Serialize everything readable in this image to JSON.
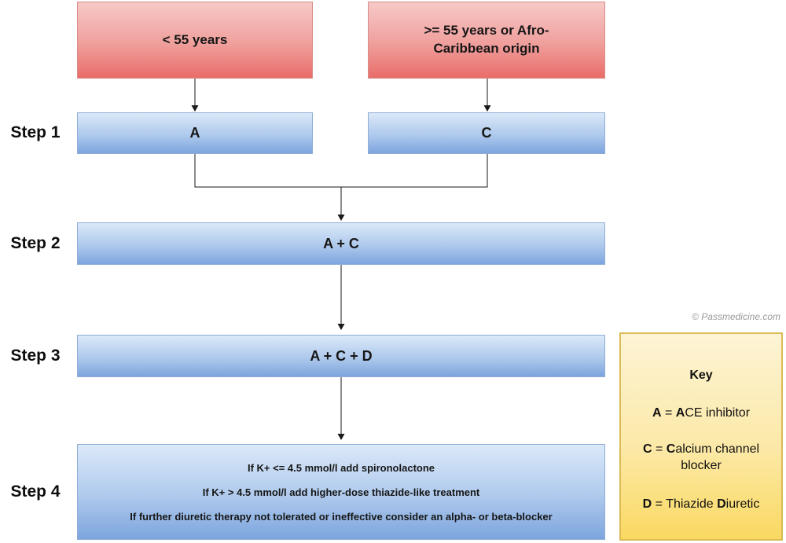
{
  "page": {
    "copyright": "© Passmedicine.com",
    "background_color": "#ffffff"
  },
  "colors": {
    "red_box_top": "#f7c9c7",
    "red_box_bottom": "#e96d69",
    "blue_box_top": "#dbe9f9",
    "blue_box_bottom": "#7da5de",
    "key_box_top": "#fdf4d5",
    "key_box_bottom": "#fad961",
    "key_box_border": "#dabb56",
    "connector_line": "#1a1a1a"
  },
  "flowchart": {
    "inputs": [
      {
        "id": "under-55",
        "label": "< 55 years"
      },
      {
        "id": "over-55-or-afro-caribbean",
        "label": ">= 55 years or Afro-\nCaribbean origin"
      }
    ],
    "steps": [
      {
        "label": "Step 1",
        "boxes": [
          "A",
          "C"
        ]
      },
      {
        "label": "Step 2",
        "box": "A + C"
      },
      {
        "label": "Step 3",
        "box": "A + C + D"
      },
      {
        "label": "Step 4",
        "lines": [
          "If K+ <= 4.5 mmol/l add spironolactone",
          "If K+ > 4.5 mmol/l add higher-dose thiazide-like treatment",
          "If further diuretic therapy not tolerated or ineffective consider an alpha- or beta-blocker"
        ]
      }
    ]
  },
  "key": {
    "title": "Key",
    "items": [
      {
        "id": "key-a",
        "segments": [
          {
            "text": "A",
            "bold": true
          },
          {
            "text": " = ",
            "bold": false
          },
          {
            "text": "A",
            "bold": true
          },
          {
            "text": "CE inhibitor",
            "bold": false
          }
        ]
      },
      {
        "id": "key-c",
        "segments": [
          {
            "text": "C",
            "bold": true
          },
          {
            "text": " = ",
            "bold": false
          },
          {
            "text": "C",
            "bold": true
          },
          {
            "text": "alcium channel blocker",
            "bold": false
          }
        ]
      },
      {
        "id": "key-d",
        "segments": [
          {
            "text": "D",
            "bold": true
          },
          {
            "text": " = Thiazide ",
            "bold": false
          },
          {
            "text": "D",
            "bold": true
          },
          {
            "text": "iuretic",
            "bold": false
          }
        ]
      }
    ]
  }
}
